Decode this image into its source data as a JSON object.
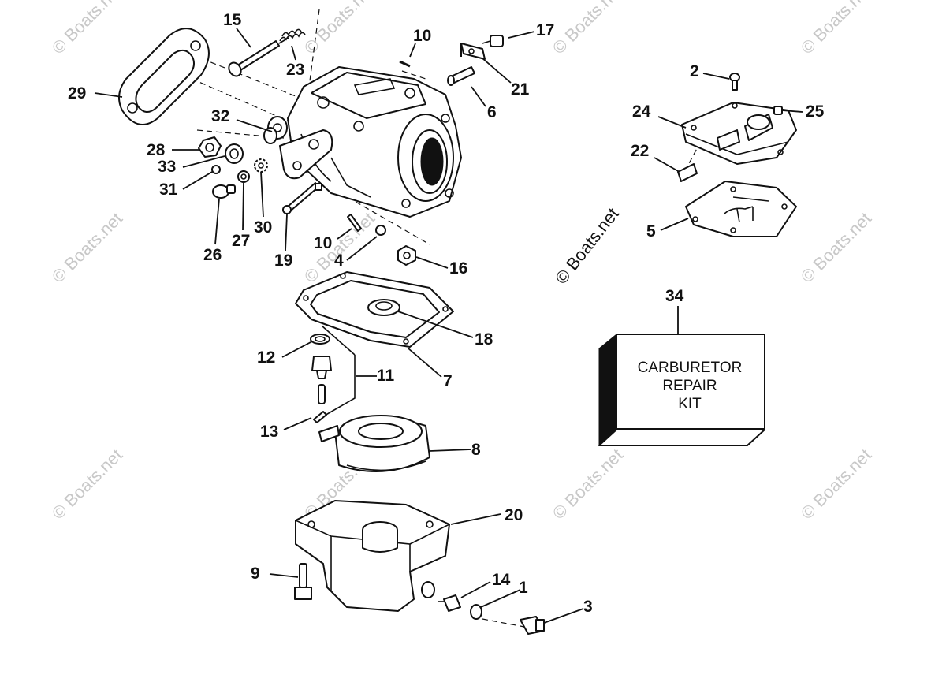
{
  "callouts": [
    "1",
    "2",
    "3",
    "4",
    "5",
    "6",
    "7",
    "8",
    "9",
    "10",
    "10",
    "11",
    "12",
    "13",
    "14",
    "15",
    "16",
    "17",
    "18",
    "19",
    "20",
    "21",
    "22",
    "23",
    "24",
    "25",
    "26",
    "27",
    "28",
    "29",
    "30",
    "31",
    "32",
    "33",
    "34"
  ],
  "kit_box": {
    "line1": "CARBURETOR",
    "line2": "REPAIR",
    "line3": "KIT"
  },
  "watermark": {
    "text": "© Boats.net"
  },
  "colors": {
    "ink": "#111111",
    "watermark": "#c8c8c8",
    "background": "#ffffff"
  }
}
